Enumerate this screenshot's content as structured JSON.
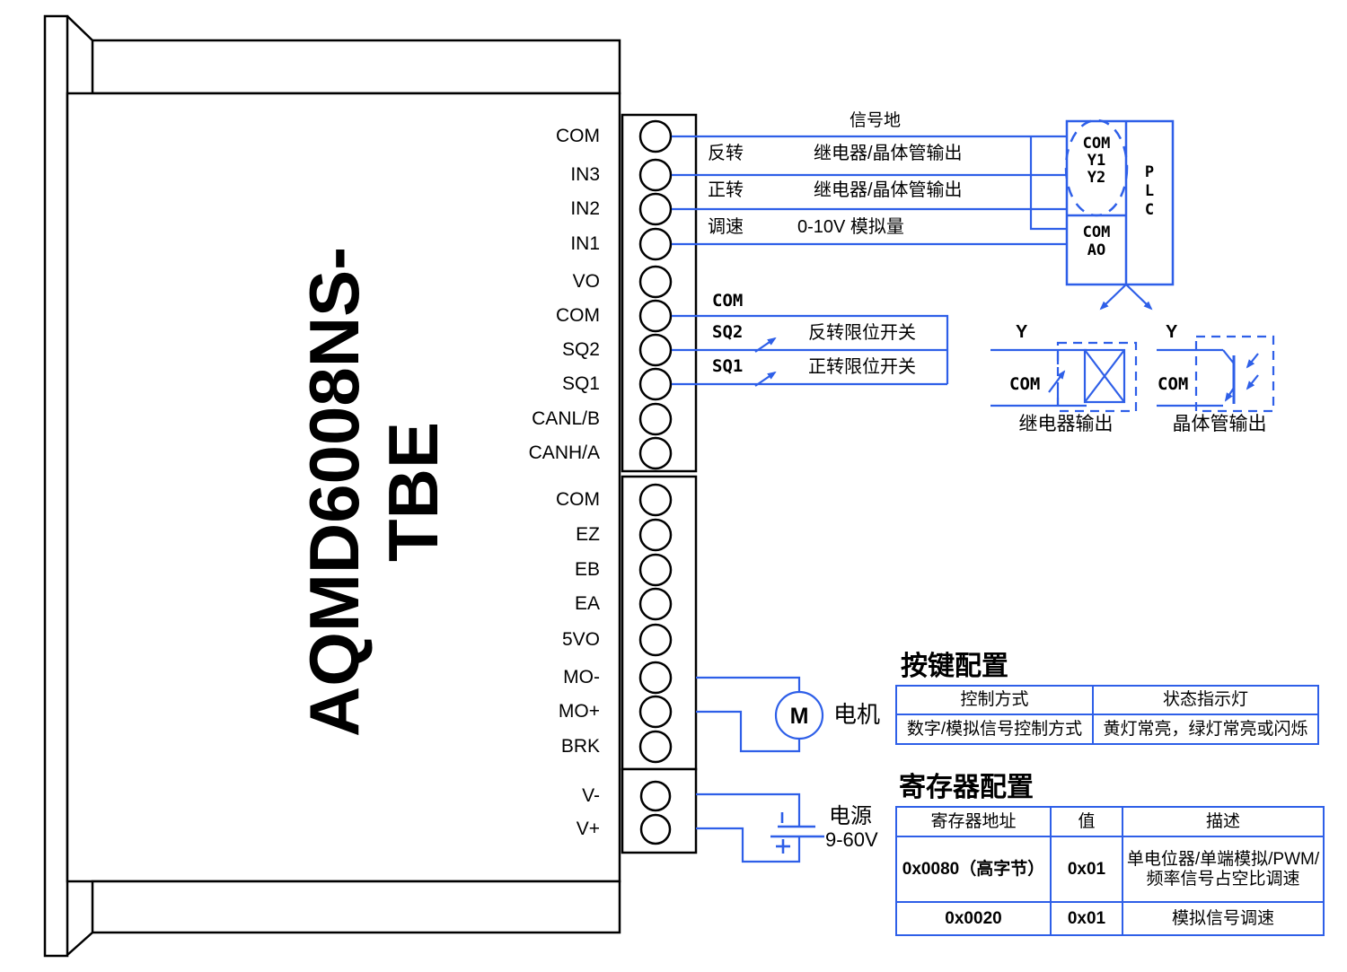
{
  "device": {
    "model": "AQMD6008NS-TBE"
  },
  "terminals": {
    "block1": [
      "COM",
      "IN3",
      "IN2",
      "IN1",
      "VO",
      "COM",
      "SQ2",
      "SQ1",
      "CANL/B",
      "CANH/A"
    ],
    "block2": [
      "COM",
      "EZ",
      "EB",
      "EA",
      "5VO",
      "MO-",
      "MO+",
      "BRK"
    ],
    "block3": [
      "V-",
      "V+"
    ]
  },
  "wiring": {
    "signal_ground": "信号地",
    "row_reverse": {
      "label": "反转",
      "desc": "继电器/晶体管输出"
    },
    "row_forward": {
      "label": "正转",
      "desc": "继电器/晶体管输出"
    },
    "row_speed": {
      "label": "调速",
      "desc": "0-10V  模拟量"
    },
    "com_label": "COM",
    "sq2": {
      "label": "SQ2",
      "desc": "反转限位开关"
    },
    "sq1": {
      "label": "SQ1",
      "desc": "正转限位开关"
    }
  },
  "plc": {
    "out_group": [
      "COM",
      "Y1",
      "Y2"
    ],
    "analog_group": [
      "COM",
      "AO"
    ],
    "name": [
      "P",
      "L",
      "C"
    ]
  },
  "outputs": {
    "relay": {
      "y": "Y",
      "com": "COM",
      "caption": "继电器输出"
    },
    "transistor": {
      "y": "Y",
      "com": "COM",
      "caption": "晶体管输出"
    }
  },
  "motor": {
    "symbol": "M",
    "label": "电机"
  },
  "power": {
    "label": "电源",
    "range": "9-60V",
    "plus": "+"
  },
  "key_config": {
    "title": "按键配置",
    "headers": [
      "控制方式",
      "状态指示灯"
    ],
    "rows": [
      [
        "数字/模拟信号控制方式",
        "黄灯常亮，绿灯常亮或闪烁"
      ]
    ]
  },
  "register_config": {
    "title": "寄存器配置",
    "headers": [
      "寄存器地址",
      "值",
      "描述"
    ],
    "rows": [
      [
        "0x0080（高字节）",
        "0x01",
        "单电位器/单端模拟/PWM/频率信号占空比调速"
      ],
      [
        "0x0020",
        "0x01",
        "模拟信号调速"
      ]
    ]
  },
  "colors": {
    "wire": "#2e5fe8",
    "outline": "#000000"
  }
}
